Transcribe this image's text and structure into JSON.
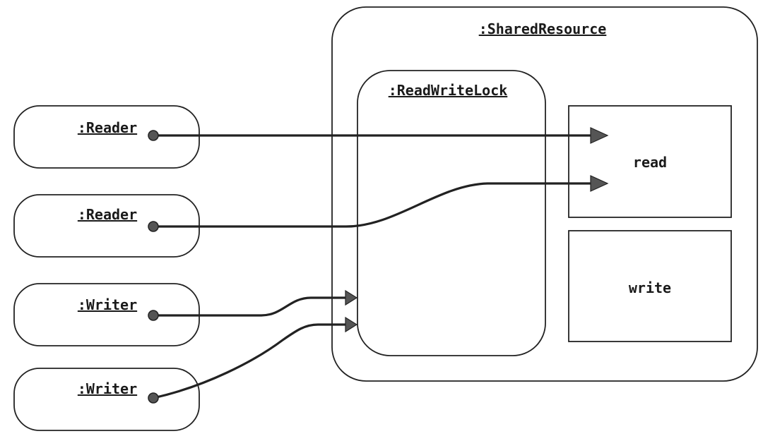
{
  "shared_resource": {
    "label": ":SharedResource"
  },
  "lock": {
    "label": ":ReadWriteLock"
  },
  "operations": {
    "read": "read",
    "write": "write"
  },
  "clients": [
    {
      "label": ":Reader"
    },
    {
      "label": ":Reader"
    },
    {
      "label": ":Writer"
    },
    {
      "label": ":Writer"
    }
  ]
}
